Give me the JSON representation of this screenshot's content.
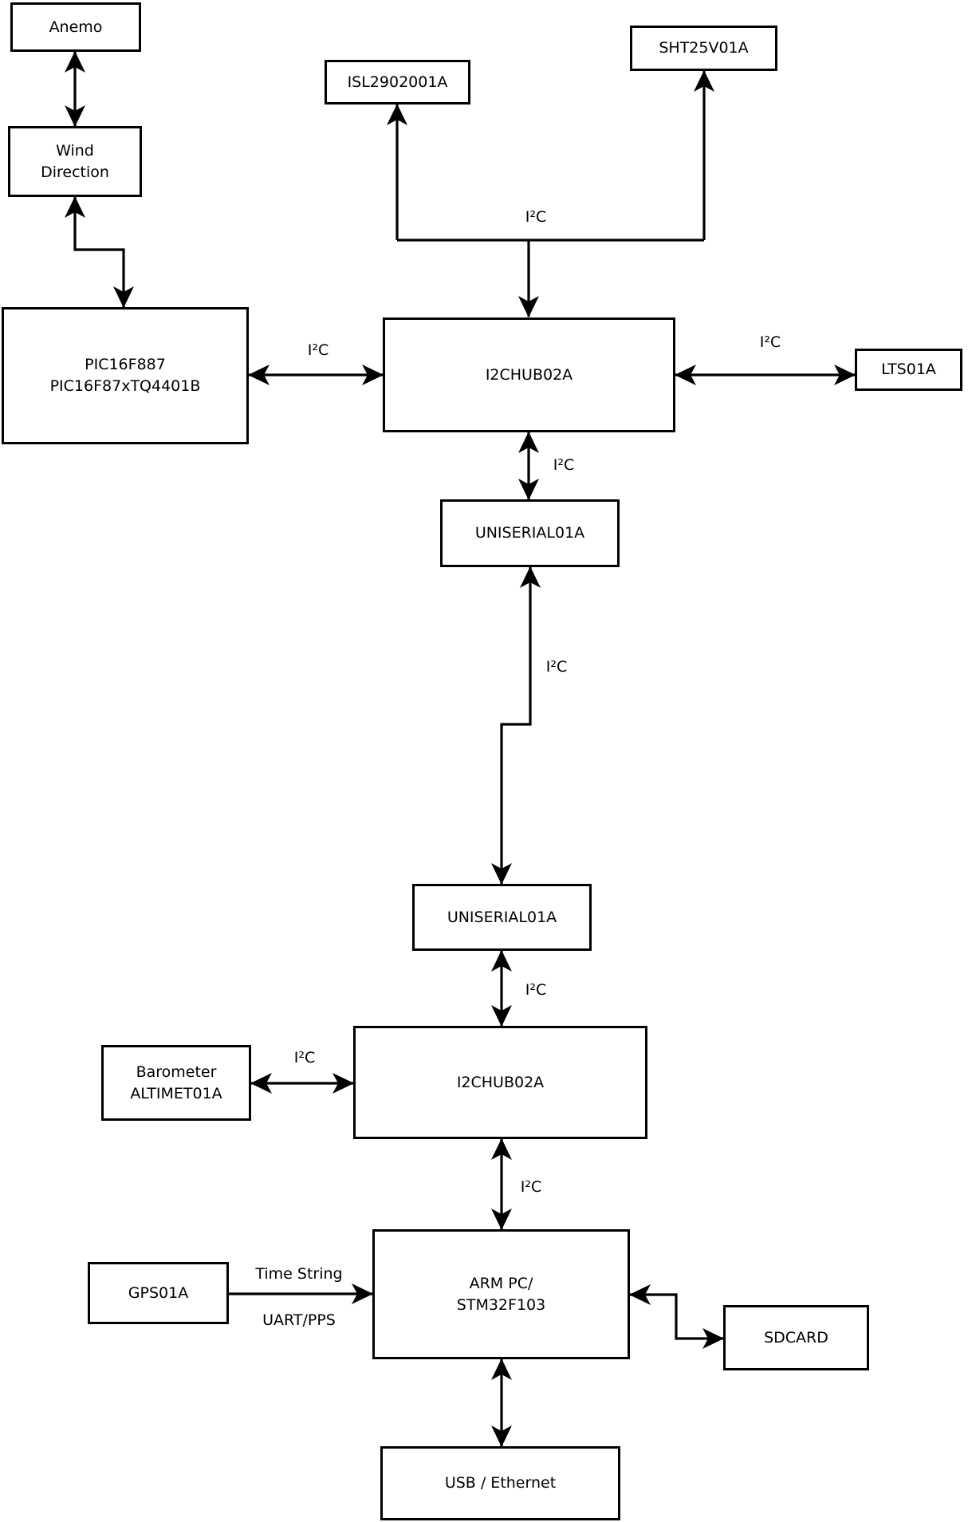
{
  "diagram": {
    "type": "block-diagram",
    "description": "Weather-station hardware block diagram with I2C bus connections"
  },
  "colors": {
    "line": "#000000",
    "background": "#ffffff",
    "box_fill": "#ffffff",
    "text": "#000000"
  },
  "nodes": {
    "anemo": {
      "label": "Anemo"
    },
    "wind_direction": {
      "label": "Wind\nDirection"
    },
    "pic": {
      "label": "PIC16F887\nPIC16F87xTQ4401B"
    },
    "isl": {
      "label": "ISL2902001A"
    },
    "sht": {
      "label": "SHT25V01A"
    },
    "hub1": {
      "label": "I2CHUB02A"
    },
    "lts": {
      "label": "LTS01A"
    },
    "uniserial1": {
      "label": "UNISERIAL01A"
    },
    "uniserial2": {
      "label": "UNISERIAL01A"
    },
    "hub2": {
      "label": "I2CHUB02A"
    },
    "barometer": {
      "label": "Barometer\nALTIMET01A"
    },
    "gps": {
      "label": "GPS01A"
    },
    "arm": {
      "label": "ARM PC/\nSTM32F103"
    },
    "sdcard": {
      "label": "SDCARD"
    },
    "usb": {
      "label": "USB / Ethernet"
    }
  },
  "edge_labels": {
    "i2c": "I²C",
    "time_string": "Time String",
    "uart_pps": "UART/PPS"
  },
  "edges": [
    {
      "from": "Anemo",
      "to": "Wind Direction",
      "arrows": "bidirectional",
      "label": ""
    },
    {
      "from": "Wind Direction",
      "to": "PIC16F887 PIC16F87xTQ4401B",
      "arrows": "bidirectional",
      "label": ""
    },
    {
      "from": "PIC16F887 PIC16F87xTQ4401B",
      "to": "I2CHUB02A (upper)",
      "arrows": "bidirectional",
      "label": "I²C"
    },
    {
      "from": "I2CHUB02A (upper)",
      "to": "ISL2902001A",
      "arrows": "bidirectional",
      "label": "I²C"
    },
    {
      "from": "I2CHUB02A (upper)",
      "to": "SHT25V01A",
      "arrows": "bidirectional",
      "label": "I²C"
    },
    {
      "from": "I2CHUB02A (upper)",
      "to": "LTS01A",
      "arrows": "bidirectional",
      "label": "I²C"
    },
    {
      "from": "I2CHUB02A (upper)",
      "to": "UNISERIAL01A (upper)",
      "arrows": "bidirectional",
      "label": "I²C"
    },
    {
      "from": "UNISERIAL01A (upper)",
      "to": "UNISERIAL01A (lower)",
      "arrows": "bidirectional",
      "label": "I²C"
    },
    {
      "from": "UNISERIAL01A (lower)",
      "to": "I2CHUB02A (lower)",
      "arrows": "bidirectional",
      "label": "I²C"
    },
    {
      "from": "Barometer ALTIMET01A",
      "to": "I2CHUB02A (lower)",
      "arrows": "bidirectional",
      "label": "I²C"
    },
    {
      "from": "I2CHUB02A (lower)",
      "to": "ARM PC/STM32F103",
      "arrows": "bidirectional",
      "label": "I²C"
    },
    {
      "from": "GPS01A",
      "to": "ARM PC/STM32F103",
      "arrows": "to",
      "label": "Time String / UART/PPS"
    },
    {
      "from": "ARM PC/STM32F103",
      "to": "SDCARD",
      "arrows": "bidirectional",
      "label": ""
    },
    {
      "from": "ARM PC/STM32F103",
      "to": "USB / Ethernet",
      "arrows": "bidirectional",
      "label": ""
    }
  ]
}
